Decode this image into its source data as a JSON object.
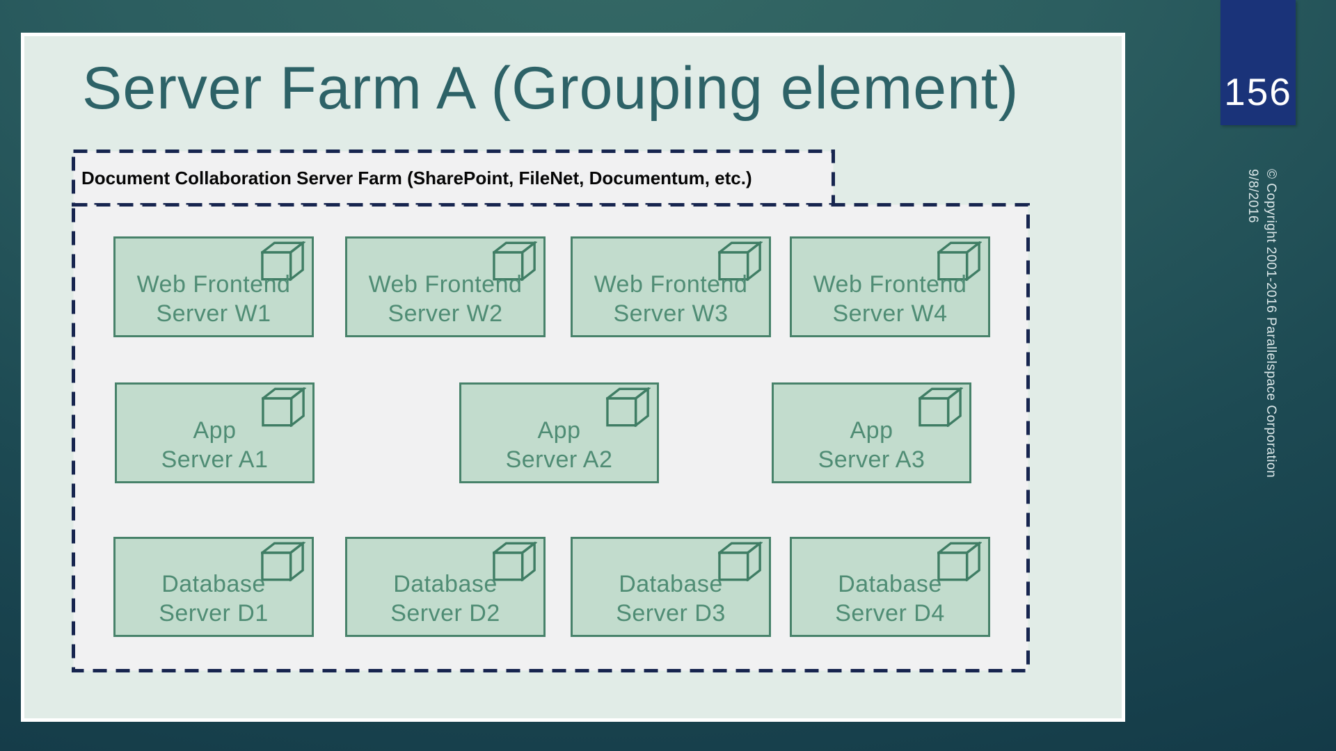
{
  "slide": {
    "title": "Server Farm A (Grouping element)",
    "page_number": "156",
    "sidebar": {
      "copyright": "© Copyright 2001-2016 Parallelspace Corporation",
      "date": "9/8/2016"
    }
  },
  "diagram": {
    "group_label": "Document Collaboration Server Farm (SharePoint, FileNet, Documentum, etc.)",
    "icon": "cube-3d-icon",
    "rows": [
      {
        "name": "web-frontend-servers",
        "servers": [
          {
            "line1": "Web Frontend",
            "line2": "Server W1"
          },
          {
            "line1": "Web Frontend",
            "line2": "Server W2"
          },
          {
            "line1": "Web Frontend",
            "line2": "Server W3"
          },
          {
            "line1": "Web Frontend",
            "line2": "Server W4"
          }
        ]
      },
      {
        "name": "app-servers",
        "servers": [
          {
            "line1": "App",
            "line2": "Server A1"
          },
          {
            "line1": "App",
            "line2": "Server A2"
          },
          {
            "line1": "App",
            "line2": "Server A3"
          }
        ]
      },
      {
        "name": "database-servers",
        "servers": [
          {
            "line1": "Database",
            "line2": "Server D1"
          },
          {
            "line1": "Database",
            "line2": "Server D2"
          },
          {
            "line1": "Database",
            "line2": "Server D3"
          },
          {
            "line1": "Database",
            "line2": "Server D4"
          }
        ]
      }
    ]
  },
  "colors": {
    "background_teal": "#1d4a53",
    "slide_mint": "#e1ece7",
    "panel_gray": "#f1f1f2",
    "dash_navy": "#17254f",
    "page_tab_navy": "#1a3379",
    "server_fill": "#c2dccd",
    "server_border": "#47826a",
    "server_text": "#4f8c74",
    "title_teal": "#2d6267"
  }
}
